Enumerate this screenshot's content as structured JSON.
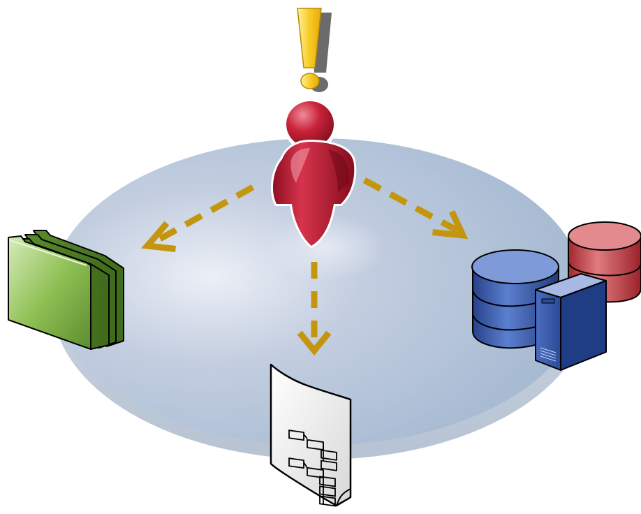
{
  "diagram": {
    "hub": {
      "icon": "user-icon",
      "alert_icon": "exclamation-icon"
    },
    "targets": [
      {
        "id": "folders",
        "icon": "folders-icon"
      },
      {
        "id": "document",
        "icon": "flowchart-document-icon"
      },
      {
        "id": "servers",
        "icon": "database-server-icon"
      }
    ],
    "connector_style": "dashed-arrow"
  },
  "colors": {
    "platform_fill": "#a4bad3",
    "platform_edge": "#c9d3df",
    "arrow": "#c4960d",
    "user_red": "#b3162d",
    "alert_yellow": "#f5c21a",
    "folder_green": "#7fae42",
    "db_blue": "#3d5faa",
    "db_red": "#c8464d",
    "server_blue": "#2f54a0"
  }
}
